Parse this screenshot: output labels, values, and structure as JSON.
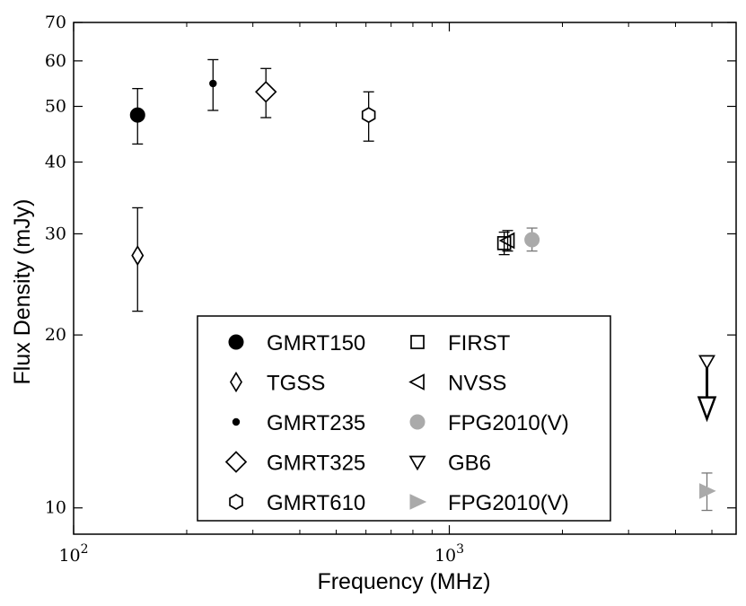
{
  "chart_data": {
    "type": "scatter",
    "xlabel": "Frequency (MHz)",
    "ylabel": "Flux Density (mJy)",
    "x_scale": "log",
    "y_scale": "log",
    "xlim": [
      100,
      5800
    ],
    "ylim": [
      9,
      70
    ],
    "x_major_ticks": [
      {
        "value": 100,
        "base": "10",
        "exp": "2"
      },
      {
        "value": 1000,
        "base": "10",
        "exp": "3"
      }
    ],
    "y_ticks": [
      {
        "value": 10,
        "label": "10"
      },
      {
        "value": 20,
        "label": "20"
      },
      {
        "value": 30,
        "label": "30"
      },
      {
        "value": 40,
        "label": "40"
      },
      {
        "value": 50,
        "label": "50"
      },
      {
        "value": 60,
        "label": "60"
      },
      {
        "value": 70,
        "label": "70"
      }
    ],
    "grid": false,
    "legend_position": "lower-center",
    "colors": {
      "black": "#000000",
      "gray": "#aaaaaa"
    },
    "series": [
      {
        "name": "GMRT150",
        "marker": "circle-filled",
        "color": "#000000",
        "points": [
          {
            "x": 148,
            "y": 48.3,
            "yerr_low": 43.0,
            "yerr_high": 53.7
          }
        ]
      },
      {
        "name": "TGSS",
        "marker": "thin-diamond-open",
        "color": "#000000",
        "points": [
          {
            "x": 148,
            "y": 27.5,
            "yerr_low": 22.0,
            "yerr_high": 33.3
          }
        ]
      },
      {
        "name": "GMRT235",
        "marker": "dot-filled",
        "color": "#000000",
        "points": [
          {
            "x": 235,
            "y": 54.8,
            "yerr_low": 49.2,
            "yerr_high": 60.3
          }
        ]
      },
      {
        "name": "GMRT325",
        "marker": "diamond-open",
        "color": "#000000",
        "points": [
          {
            "x": 325,
            "y": 53.0,
            "yerr_low": 47.8,
            "yerr_high": 58.2
          }
        ]
      },
      {
        "name": "GMRT610",
        "marker": "hexagon-open",
        "color": "#000000",
        "points": [
          {
            "x": 610,
            "y": 48.3,
            "yerr_low": 43.5,
            "yerr_high": 53.0
          }
        ]
      },
      {
        "name": "FIRST",
        "marker": "square-open",
        "color": "#000000",
        "points": [
          {
            "x": 1400,
            "y": 28.9,
            "yerr_low": 27.6,
            "yerr_high": 30.2
          }
        ]
      },
      {
        "name": "NVSS",
        "marker": "triangle-left-open",
        "color": "#000000",
        "points": [
          {
            "x": 1430,
            "y": 29.2,
            "yerr_low": 28.0,
            "yerr_high": 30.4
          }
        ]
      },
      {
        "name": "FPG2010(V)",
        "marker": "circle-filled",
        "color": "#aaaaaa",
        "points": [
          {
            "x": 1660,
            "y": 29.3,
            "yerr_low": 28.0,
            "yerr_high": 30.7
          }
        ]
      },
      {
        "name": "GB6",
        "marker": "triangle-down-open",
        "color": "#000000",
        "points": [
          {
            "x": 4850,
            "y": 18.0,
            "upper_limit": true,
            "arrow_to": 14.7
          }
        ]
      },
      {
        "name": "FPG2010(V)",
        "marker": "triangle-right-filled",
        "color": "#aaaaaa",
        "points": [
          {
            "x": 4850,
            "y": 10.7,
            "yerr_low": 9.9,
            "yerr_high": 11.5
          }
        ]
      }
    ]
  }
}
